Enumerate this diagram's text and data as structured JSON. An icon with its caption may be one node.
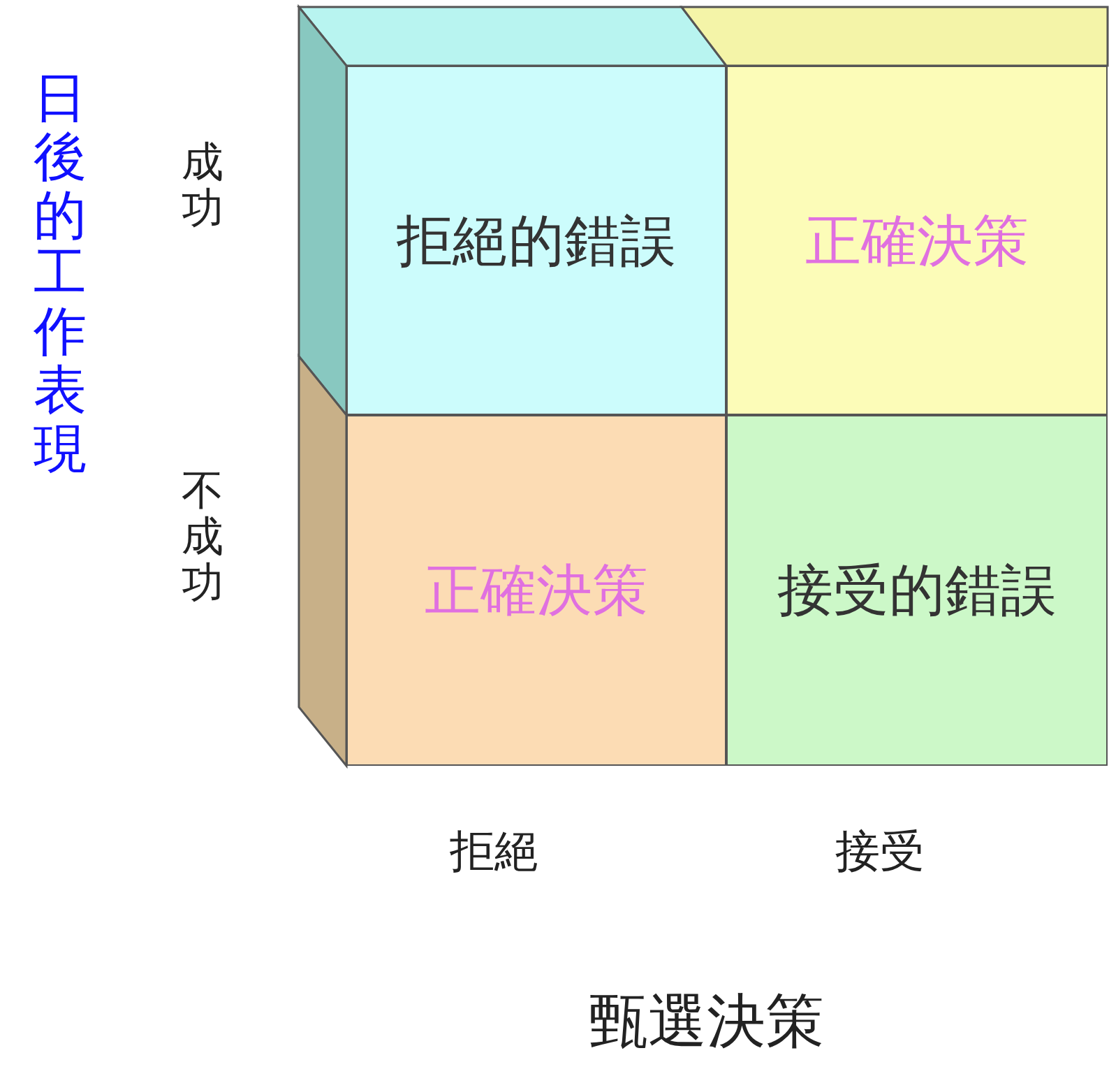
{
  "diagram": {
    "nodes": [
      {
        "text": [
          "拒絕的錯誤"
        ]
      },
      {
        "text": [
          "正確決策"
        ]
      },
      {
        "text": [
          "正確決策"
        ]
      },
      {
        "text": [
          "接受的錯誤"
        ]
      }
    ],
    "labels": [
      "日後的工作表現",
      "成功",
      "不成功",
      "拒絕",
      "接受",
      "甄選決策"
    ]
  }
}
